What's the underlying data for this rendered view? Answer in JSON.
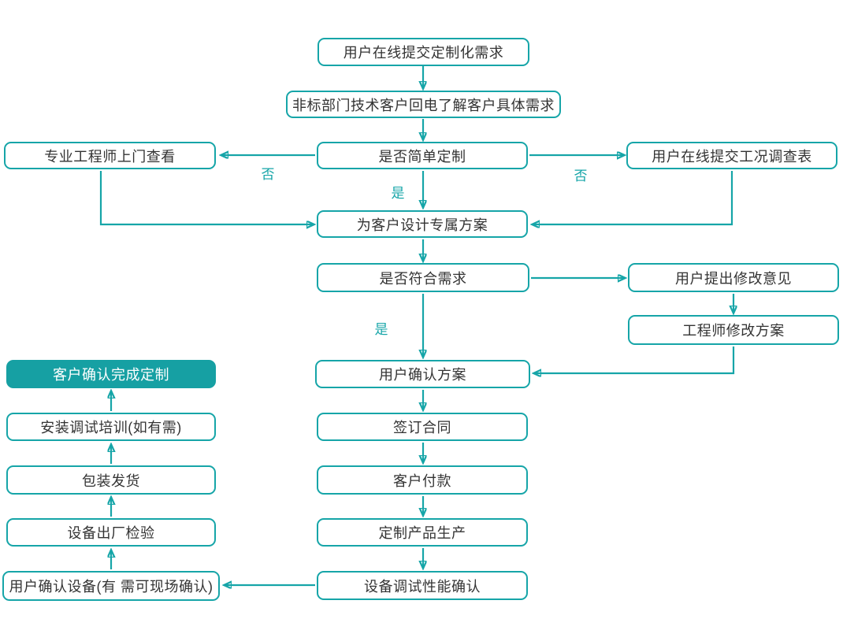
{
  "diagram": {
    "accent_color": "#16A5A8",
    "filled_node_color": "#16A0A3",
    "text_color": "#333333",
    "nodes": {
      "submit_request": "用户在线提交定制化需求",
      "callback": "非标部门技术客户回电了解客户具体需求",
      "engineer_visit": "专业工程师上门查看",
      "simple_custom": "是否简单定制",
      "survey_form": "用户在线提交工况调查表",
      "design_plan": "为客户设计专属方案",
      "meets_needs": "是否符合需求",
      "feedback": "用户提出修改意见",
      "revise_plan": "工程师修改方案",
      "confirm_plan": "用户确认方案",
      "complete_custom": "客户确认完成定制",
      "sign_contract": "签订合同",
      "install_training": "安装调试培训(如有需)",
      "payment": "客户付款",
      "packing_shipping": "包装发货",
      "production": "定制产品生产",
      "factory_inspection": "设备出厂检验",
      "debug_confirm": "设备调试性能确认",
      "user_confirm_device": "用户确认设备(有 需可现场确认)"
    },
    "edge_labels": {
      "no_left": "否",
      "no_right": "否",
      "yes_to_design": "是",
      "yes_to_confirm": "是"
    }
  }
}
